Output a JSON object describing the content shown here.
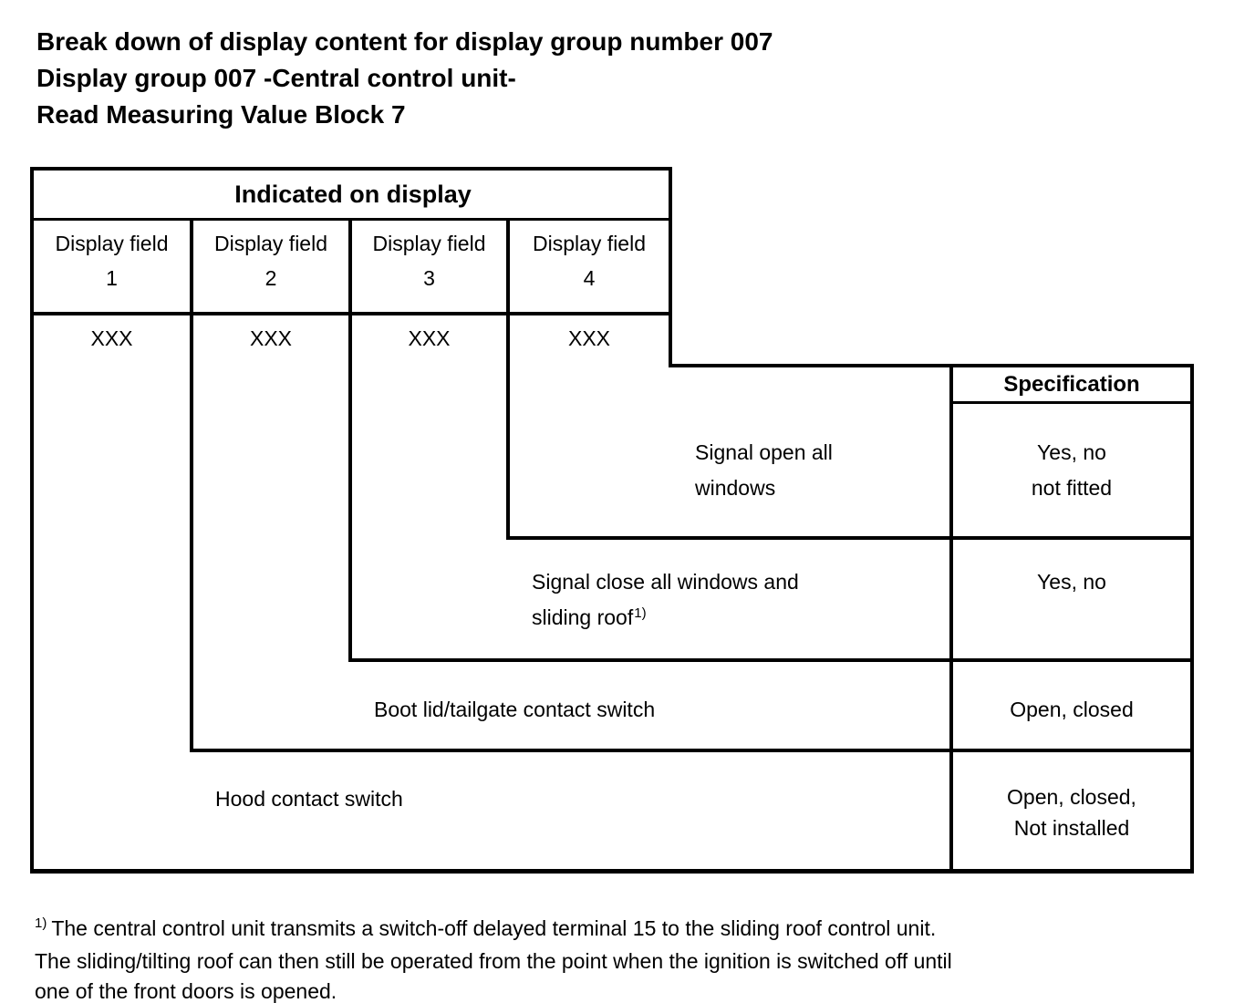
{
  "page": {
    "title_lines": [
      "Break down of display content for display group number 007",
      "Display group 007 -Central control unit-",
      "Read Measuring Value Block 7"
    ]
  },
  "table": {
    "header": "Indicated on display",
    "spec_header": "Specification",
    "columns": [
      {
        "label": "Display field",
        "number": "1",
        "value": "XXX"
      },
      {
        "label": "Display field",
        "number": "2",
        "value": "XXX"
      },
      {
        "label": "Display field",
        "number": "3",
        "value": "XXX"
      },
      {
        "label": "Display field",
        "number": "4",
        "value": "XXX"
      }
    ],
    "rows": [
      {
        "desc_lines": [
          "Signal open all",
          "windows"
        ],
        "spec_lines": [
          "Yes, no",
          "not fitted"
        ]
      },
      {
        "desc_lines": [
          "Signal close all windows and",
          "sliding roof"
        ],
        "desc_sup": "1)",
        "spec_lines": [
          "Yes, no"
        ]
      },
      {
        "desc_lines": [
          "Boot lid/tailgate contact switch"
        ],
        "spec_lines": [
          "Open, closed"
        ]
      },
      {
        "desc_lines": [
          "Hood contact switch"
        ],
        "spec_lines": [
          "Open, closed,",
          "Not installed"
        ]
      }
    ]
  },
  "footnote": {
    "marker": "1)",
    "lines": [
      "The central control unit transmits a switch-off delayed terminal 15 to the sliding roof control unit.",
      "The sliding/tilting roof can then still be operated from the point when the ignition is switched off until",
      "one of the front doors is opened."
    ]
  },
  "colors": {
    "ink": "#000000",
    "paper": "#ffffff"
  }
}
